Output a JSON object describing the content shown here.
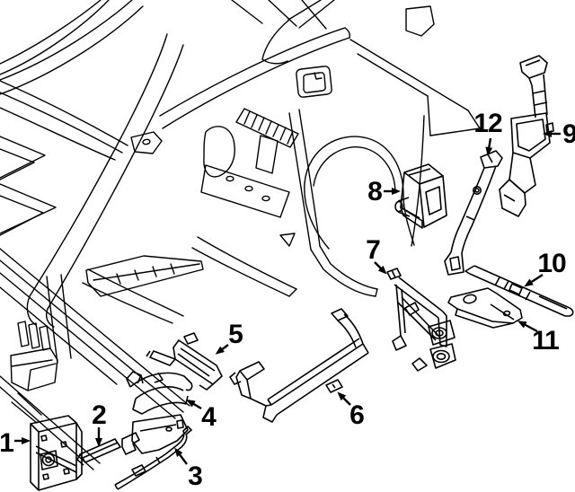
{
  "diagram": {
    "description": "Exploded parts line diagram of a vehicle body side frame (uniside) with twelve numbered component callouts",
    "style": {
      "background_color": "#ffffff",
      "line_color": "#000000",
      "label_color": "#000000"
    },
    "callouts": [
      {
        "label": "1"
      },
      {
        "label": "2"
      },
      {
        "label": "3"
      },
      {
        "label": "4"
      },
      {
        "label": "5"
      },
      {
        "label": "6"
      },
      {
        "label": "7"
      },
      {
        "label": "8"
      },
      {
        "label": "9"
      },
      {
        "label": "10"
      },
      {
        "label": "11"
      },
      {
        "label": "12"
      }
    ]
  }
}
